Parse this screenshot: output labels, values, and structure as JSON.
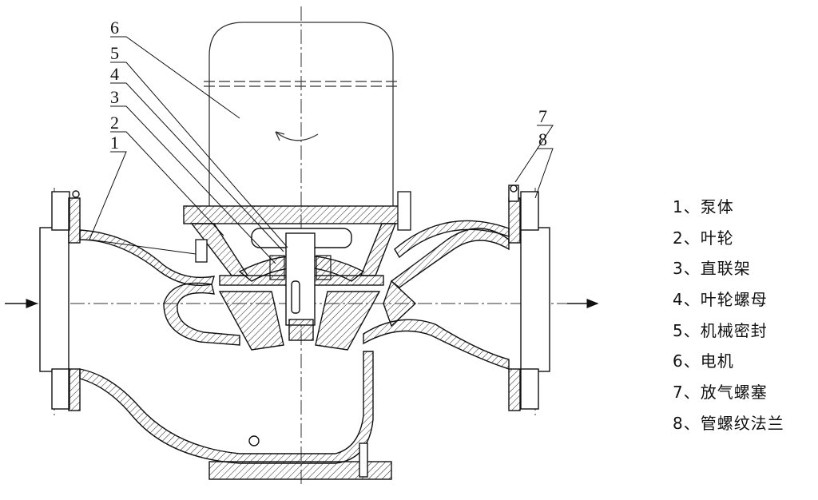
{
  "callouts": [
    "1",
    "2",
    "3",
    "4",
    "5",
    "6",
    "7",
    "8"
  ],
  "legend": [
    "1、泵体",
    "2、叶轮",
    "3、直联架",
    "4、叶轮螺母",
    "5、机械密封",
    "6、电机",
    "7、放气螺塞",
    "8、管螺纹法兰"
  ]
}
